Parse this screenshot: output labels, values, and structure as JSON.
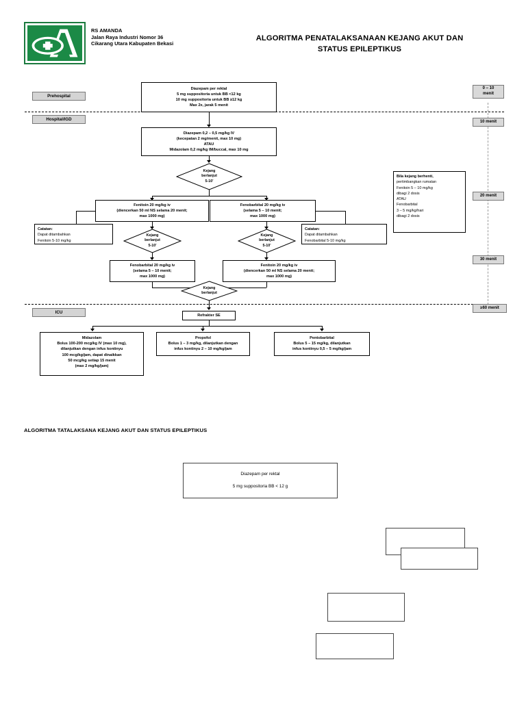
{
  "header": {
    "hospital_name": "RS AMANDA",
    "address_line1": "Jalan Raya Industri Nomor 36",
    "address_line2": "Cikarang Utara Kabupaten Bekasi",
    "title_line1": "ALGORITMA PENATALAKSANAAN KEJANG AKUT DAN",
    "title_line2": "STATUS EPILEPTIKUS",
    "logo_brand_color": "#1b8a46"
  },
  "stages": [
    {
      "label": "Prehospital"
    },
    {
      "label": "Hospital/IGD"
    },
    {
      "label": "ICU"
    }
  ],
  "timeline": [
    {
      "line1": "0 – 10",
      "line2": "menit"
    },
    {
      "line1": "10 menit",
      "line2": ""
    },
    {
      "line1": "20 menit",
      "line2": ""
    },
    {
      "line1": "30 menit",
      "line2": ""
    },
    {
      "line1": "≥60 menit",
      "line2": ""
    }
  ],
  "flow": {
    "box_prehospital": {
      "lines": [
        "Diazepam per rektal",
        "5 mg suppositoria untuk BB <12 kg",
        "10 mg suppositoria untuk BB ≥12 kg",
        "Max 2x, jarak 5 menit"
      ]
    },
    "box_igd": {
      "lines": [
        "Diazepam 0,2 – 0,5 mg/kg IV",
        "(kecepatan 2 mg/menit, max 10 mg)",
        "ATAU",
        "Midazolam 0,2 mg/kg IM/buccal, max 10 mg"
      ]
    },
    "diamond_1": {
      "lines": [
        "Kejang",
        "berlanjut",
        "5-10'"
      ]
    },
    "box_fenitoin_1": {
      "lines": [
        "Fenitoin 20 mg/kg iv",
        "(diencerkan 50 ml NS selama 20 menit;",
        "max 1000 mg)"
      ]
    },
    "box_fenobarbital_1": {
      "lines": [
        "Fenobarbital 20 mg/kg iv",
        "(selama 5 – 10 menit;",
        "max 1000 mg)"
      ]
    },
    "note_left": {
      "lines": [
        "Catatan:",
        "Dapat ditambahkan",
        "Fenitoin 5-10 mg/kg"
      ]
    },
    "note_right": {
      "lines": [
        "Catatan:",
        "Dapat ditambahkan",
        "Fenobarbital  5-10 mg/kg"
      ]
    },
    "note_maintenance": {
      "lines": [
        "Bila kejang berhenti,",
        "pertimbangkan rumatan",
        "Fenitoin 5 – 10 mg/kg",
        "dibagi 2 dosis",
        "ATAU",
        "Fenobarbital",
        "3 – 5 mg/kg/hari",
        "dibagi 2 dosis"
      ]
    },
    "diamond_2": {
      "lines": [
        "Kejang",
        "berlanjut",
        "5-10'"
      ]
    },
    "diamond_3": {
      "lines": [
        "Kejang",
        "berlanjut",
        "5-10'"
      ]
    },
    "box_fenobarbital_2": {
      "lines": [
        "Fenobarbital 20 mg/kg iv",
        "(selama 5 – 10 menit;",
        "max 1000 mg)"
      ]
    },
    "box_fenitoin_2": {
      "lines": [
        "Fenitoin 20 mg/kg iv",
        "(diencerkan 50 ml NS selama 20 menit;",
        "max 1000 mg)"
      ]
    },
    "diamond_4": {
      "lines": [
        "Kejang",
        "berlanjut"
      ]
    },
    "box_refrakter": {
      "lines": [
        "Refrakter SE"
      ]
    },
    "box_midazolam": {
      "lines": [
        "Midazolam",
        "Bolus 100-200 mcg/kg IV (max 10 mg),",
        "dilanjutkan dengan infus kontinyu",
        "100 mcg/kg/jam, dapat dinaikkan",
        "50 mcg/kg setiap 15 menit",
        "(max 2 mg/kg/jam)"
      ]
    },
    "box_propofol": {
      "lines": [
        "Propofol",
        "Bolus 1 – 3 mg/kg, dilanjutkan dengan",
        "infus kontinyu 2 – 10 mg/kg/jam"
      ]
    },
    "box_pentobarbital": {
      "lines": [
        "Pentobarbital",
        "Bolus 5 – 15 mg/kg, dilanjutkan",
        "infus kontinyu 0,5 – 5 mg/kg/jam"
      ]
    }
  },
  "section2": {
    "title": "ALGORITMA TATALAKSANA KEJANG AKUT DAN STATUS EPILEPTIKUS",
    "box_diazepam": {
      "line1": "Diazepam per rektal",
      "line2": "5 mg suppositoria BB < 12 g"
    },
    "empty_boxes": [
      {
        "id": "empty-box-1"
      },
      {
        "id": "empty-box-2"
      },
      {
        "id": "empty-box-3"
      },
      {
        "id": "empty-box-4"
      }
    ]
  }
}
